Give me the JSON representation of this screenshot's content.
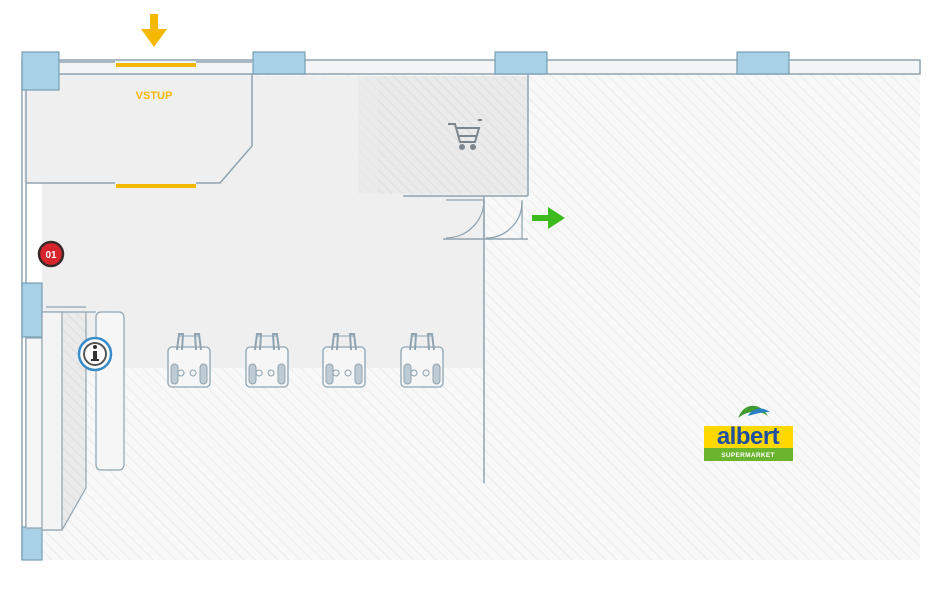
{
  "map": {
    "entrance": {
      "label": "VSTUP"
    },
    "marker": {
      "label": "01"
    },
    "store": {
      "brand": "albert",
      "subtitle": "SUPERMARKET",
      "colors": {
        "yellow": "#ffd800",
        "green": "#6ab42e",
        "blue": "#1e4fa0",
        "leaf_green": "#3f9b2e",
        "leaf_blue": "#2a7fc0"
      }
    },
    "icons": {
      "entrance_arrow": "arrow-down-icon",
      "exit_arrow": "arrow-right-icon",
      "cart": "shopping-cart-icon",
      "info": "info-icon"
    },
    "colors": {
      "accent_yellow": "#f5b800",
      "exit_green": "#3dbb1e",
      "marker_red": "#d8242c",
      "window_blue": "#a8d0e6",
      "wall": "#8fa4b2",
      "floor_grey": "#efefef",
      "info_blue": "#3a8cc9"
    }
  }
}
